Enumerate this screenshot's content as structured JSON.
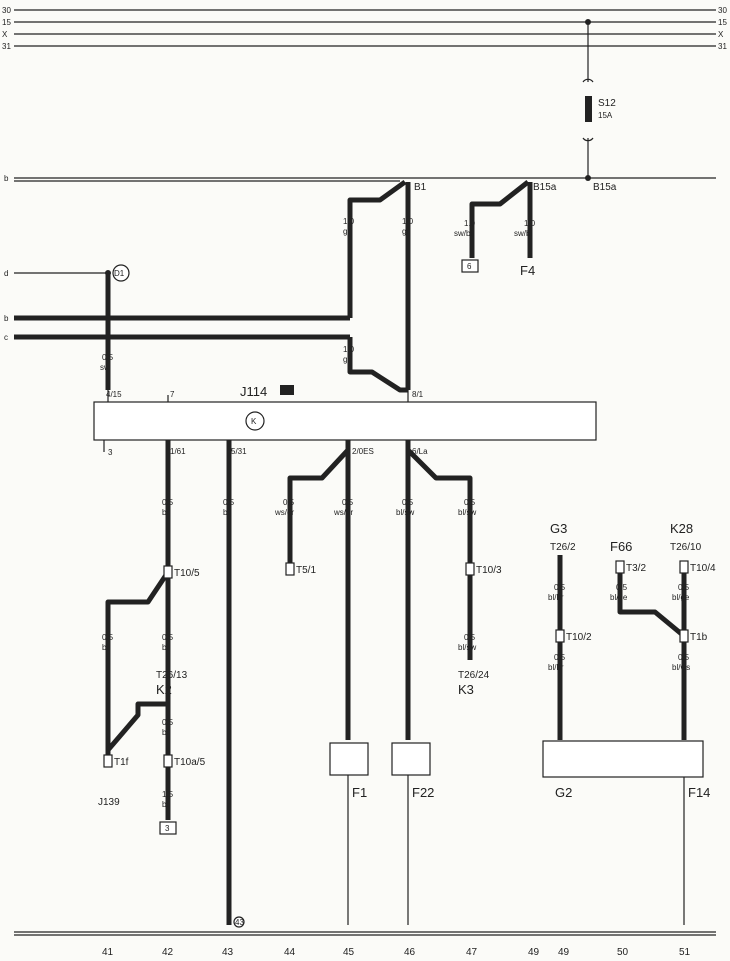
{
  "rails": {
    "top": [
      {
        "left": "30",
        "right": "30"
      },
      {
        "left": "15",
        "right": "15"
      },
      {
        "left": "X",
        "right": "X"
      },
      {
        "left": "31",
        "right": "31"
      }
    ],
    "b_left": "b",
    "d_left": "d",
    "b2_left": "b",
    "c_left": "c"
  },
  "fuse": {
    "name": "S12",
    "rating": "15A"
  },
  "junctions": {
    "b1": "B1",
    "b15a_1": "B15a",
    "b15a_2": "B15a",
    "d1": "D1"
  },
  "wires": {
    "w_gn_1": {
      "size": "1.0",
      "color": "gn"
    },
    "w_gn_2": {
      "size": "1.0",
      "color": "gn"
    },
    "w_swbl_1": {
      "size": "1.0",
      "color": "sw/bl"
    },
    "w_swbl_2": {
      "size": "1.0",
      "color": "sw/bl"
    },
    "w_sw": {
      "size": "0.5",
      "color": "sw"
    },
    "w_gn_3": {
      "size": "1.0",
      "color": "gn"
    },
    "w41": {
      "size": "0.5",
      "color": "bl"
    },
    "w41b": {
      "size": "1.5",
      "color": "bl"
    },
    "w42a": {
      "size": "0.5",
      "color": "bl"
    },
    "w42b": {
      "size": "0.5",
      "color": "bl"
    },
    "w42c": {
      "size": "0.5",
      "color": "bl"
    },
    "w43": {
      "size": "0.5",
      "color": "br"
    },
    "w44": {
      "size": "0.5",
      "color": "ws/gr"
    },
    "w45": {
      "size": "0.5",
      "color": "ws/gr"
    },
    "w46": {
      "size": "0.5",
      "color": "bl/sw"
    },
    "w47a": {
      "size": "0.5",
      "color": "bl/sw"
    },
    "w47b": {
      "size": "0.5",
      "color": "bl/sw"
    },
    "w49a": {
      "size": "0.5",
      "color": "bl/br"
    },
    "w49b": {
      "size": "0.5",
      "color": "bl/br"
    },
    "w50": {
      "size": "0.5",
      "color": "bl/ge"
    },
    "w51a": {
      "size": "0.5",
      "color": "bl/ge"
    },
    "w51b": {
      "size": "0.5",
      "color": "bl/ws"
    }
  },
  "component_box": {
    "name": "J114",
    "symbol": "K"
  },
  "pins": {
    "p1": "4/15",
    "p2": "7",
    "p3": "8/1",
    "p4": "3",
    "p5": "1/61",
    "p6": "5/31",
    "p7": "2/0ES",
    "p8": "6/La"
  },
  "terminals": {
    "t1": "6",
    "t2": "F4",
    "t3": "T10/5",
    "t4": "T26/13",
    "t5": "K2",
    "t6": "T10a/5",
    "t7": "3",
    "t8": "J139",
    "t9": "T1f",
    "t10": "T5/1",
    "t11": "F1",
    "t12": "F22",
    "t13": "T10/3",
    "t14": "T26/24",
    "t15": "K3",
    "t16": "G3",
    "t17": "T26/2",
    "t18": "T10/2",
    "t19": "F66",
    "t20": "T3/2",
    "t21": "K28",
    "t22": "T26/10",
    "t23": "T10/4",
    "t24": "T1b",
    "t25": "G2",
    "t26": "F14",
    "ground": "43"
  },
  "columns": [
    "41",
    "42",
    "43",
    "44",
    "45",
    "46",
    "47",
    "49",
    "49",
    "50",
    "51"
  ]
}
